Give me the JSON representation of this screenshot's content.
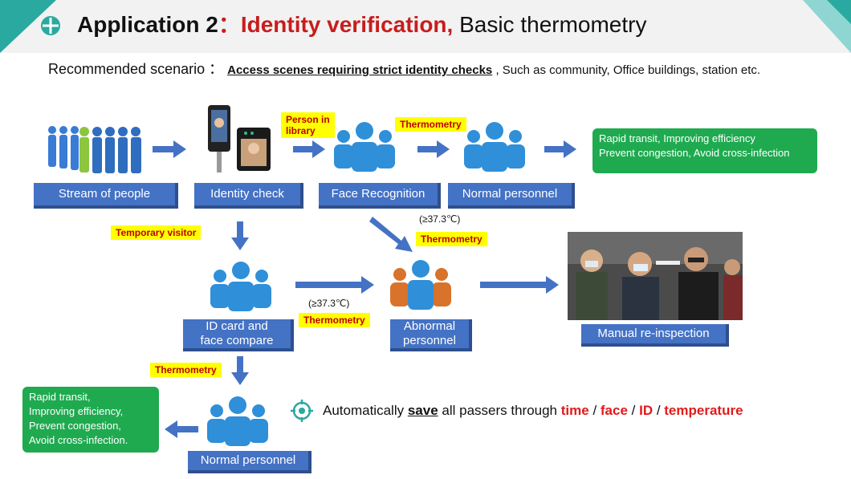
{
  "header": {
    "title_prefix": "Application 2",
    "title_colon": "：",
    "title_red": "Identity verification,",
    "title_rest": " Basic thermometry"
  },
  "scenario": {
    "label": "Recommended scenario ：",
    "underlined": "Access scenes requiring strict identity checks",
    "rest": " , Such as community, Office buildings, station etc."
  },
  "boxes": {
    "stream": "Stream of people",
    "identity_check": "Identity check",
    "face_recognition": "Face Recognition",
    "normal_top": "Normal personnel",
    "id_card_line1": "ID card and",
    "id_card_line2": "face compare",
    "abnormal_line1": "Abnormal",
    "abnormal_line2": "personnel",
    "manual": "Manual re-inspection",
    "normal_bottom": "Normal personnel"
  },
  "notes": {
    "person_in_library_1": "Person in",
    "person_in_library_2": "library",
    "thermometry_top": "Thermometry",
    "temporary_visitor": "Temporary visitor",
    "thermometry_mid": "Thermometry",
    "thermometry_center": "Thermometry",
    "thermometry_bottom": "Thermometry"
  },
  "temps": {
    "t1": "(≥37.3℃)",
    "t2": "(≥37.3℃)"
  },
  "green_boxes": {
    "top_line1": "Rapid transit, Improving efficiency",
    "top_line2": "Prevent congestion, Avoid cross-infection",
    "bottom_line1": "Rapid transit,",
    "bottom_line2": "Improving efficiency,",
    "bottom_line3": "Prevent congestion,",
    "bottom_line4": "Avoid cross-infection."
  },
  "autosave": {
    "pre": "Automatically ",
    "save": "save",
    "mid": " all passers through ",
    "time": "time",
    "sep1": " / ",
    "face": "face",
    "sep2": " / ",
    "id": "ID",
    "sep3": " / ",
    "temperature": "temperature"
  },
  "colors": {
    "accent_blue": "#4472c4",
    "people_blue": "#2f8fd8",
    "abnormal_orange": "#d9732b",
    "green": "#1faa50",
    "note_yellow": "#ffff00",
    "red": "#c81d1d",
    "teal": "#2aa9a0"
  },
  "icons": [
    "crosshair-icon",
    "people-group-icon",
    "arrow-right-icon",
    "arrow-down-icon",
    "arrow-left-icon",
    "target-icon"
  ]
}
